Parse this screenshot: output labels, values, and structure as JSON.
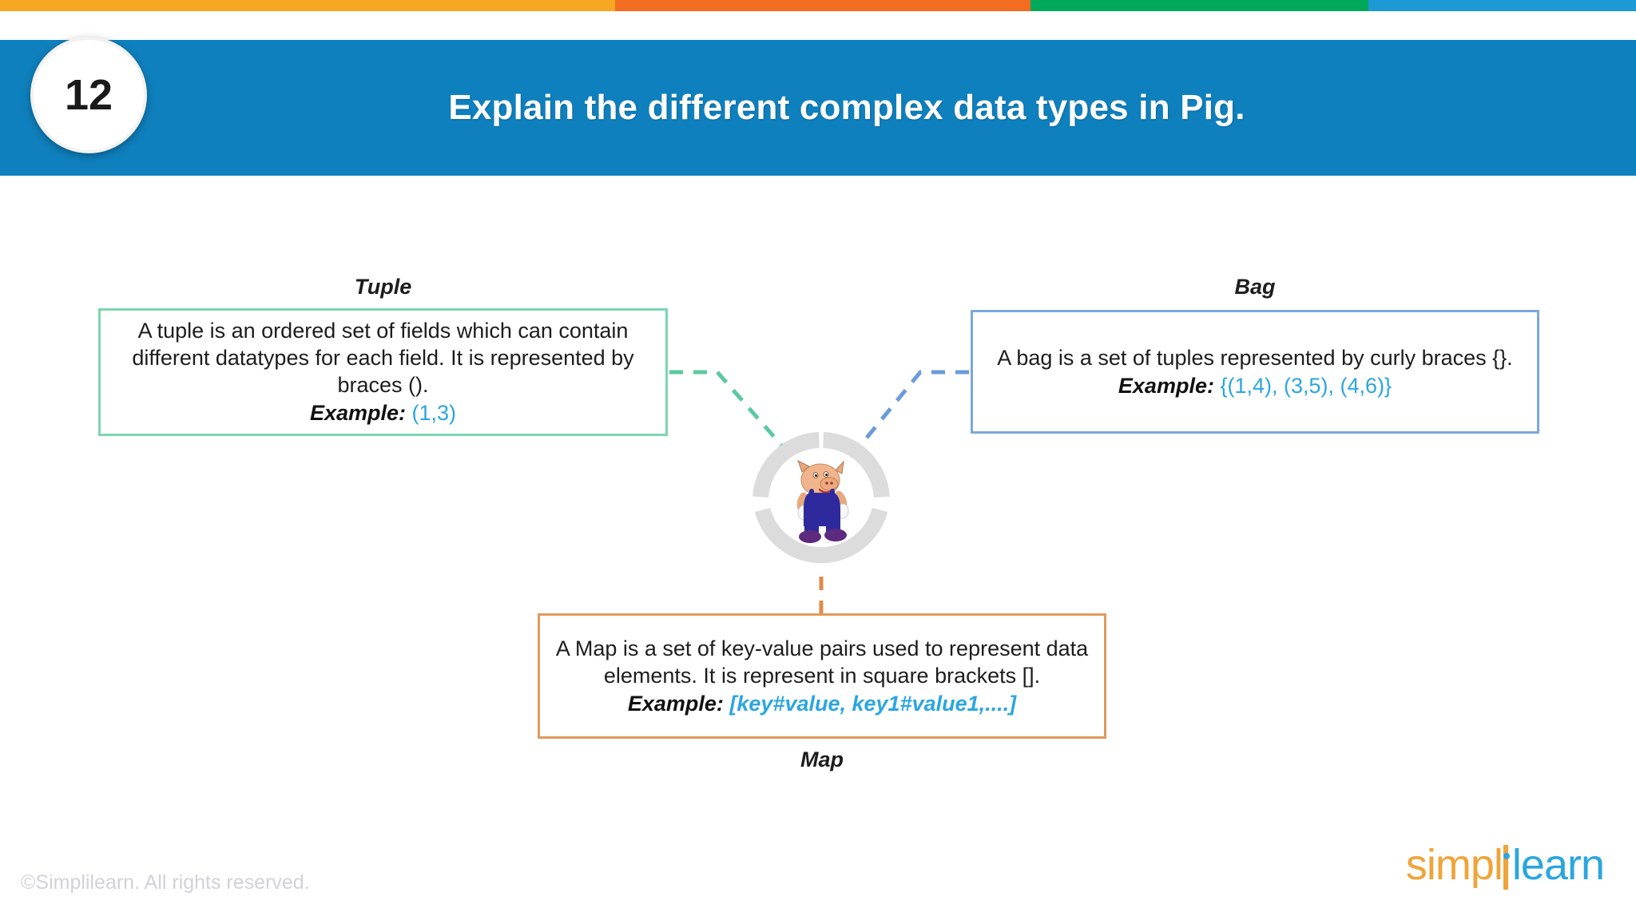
{
  "top_bar": {
    "segments": [
      {
        "name": "yellow",
        "color": "#F7A823"
      },
      {
        "name": "orange",
        "color": "#F26D21"
      },
      {
        "name": "green",
        "color": "#00A859"
      },
      {
        "name": "blue",
        "color": "#1C9AD6"
      }
    ]
  },
  "header": {
    "badge_number": "12",
    "title": "Explain the different complex data types in Pig.",
    "band_color": "#0F80BE"
  },
  "diagram": {
    "hub": {
      "icon": "pig-mascot",
      "ring_color": "#DCDCDC"
    },
    "nodes": [
      {
        "key": "tuple",
        "caption": "Tuple",
        "caption_position": "above",
        "border_color": "#7BD6B0",
        "connector_color": "#5BC9A0",
        "body": "A tuple is an ordered set of fields which can contain different datatypes for each field. It is represented by braces ().",
        "example_label": "Example:",
        "example_value": "(1,3)",
        "example_value_italic": false
      },
      {
        "key": "bag",
        "caption": "Bag",
        "caption_position": "above",
        "border_color": "#7BA7DB",
        "connector_color": "#6C9BD9",
        "body": "A bag is a set of tuples represented by curly braces {}.",
        "example_label": "Example:",
        "example_value": "{(1,4), (3,5), (4,6)}",
        "example_value_italic": false
      },
      {
        "key": "map",
        "caption": "Map",
        "caption_position": "below",
        "border_color": "#E09A5C",
        "connector_color": "#E08A4B",
        "body": "A Map is a set of key-value pairs used to represent data elements. It is represent in square brackets [].",
        "example_label": "Example:",
        "example_value": "[key#value, key1#value1,....]",
        "example_value_italic": true
      }
    ],
    "example_value_color": "#2BA6E0"
  },
  "footer": {
    "copyright": "©Simplilearn. All rights reserved.",
    "logo": {
      "part_one": "simpl",
      "part_two": "learn",
      "part_one_color": "#EFA43B",
      "part_two_color": "#2BA6E0"
    }
  }
}
